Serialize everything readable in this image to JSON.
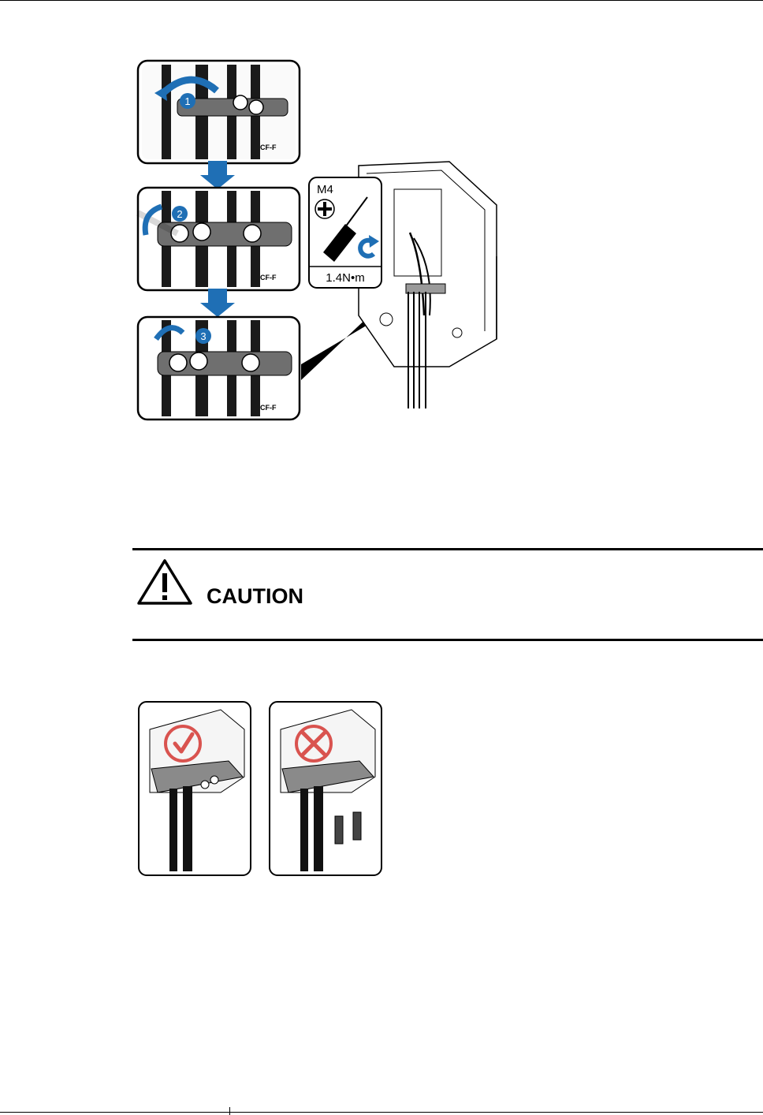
{
  "figure1": {
    "steps": [
      "1",
      "2",
      "3"
    ],
    "tool_inset": {
      "screw_size": "M4",
      "torque": "1.4N•m",
      "icons": [
        "phillips-screw-icon",
        "screwdriver-icon",
        "clockwise-arrow-icon"
      ]
    }
  },
  "caution": {
    "icon": "warning-triangle-icon",
    "label": "CAUTION"
  },
  "figure2": {
    "panels": [
      {
        "status": "correct",
        "icon": "check-mark-icon"
      },
      {
        "status": "incorrect",
        "icon": "cross-mark-icon"
      }
    ]
  },
  "colors": {
    "accent": "#1f6fb5",
    "warning_red": "#d9534f",
    "line": "#000000",
    "clamp_gray": "#6f6f6f"
  }
}
